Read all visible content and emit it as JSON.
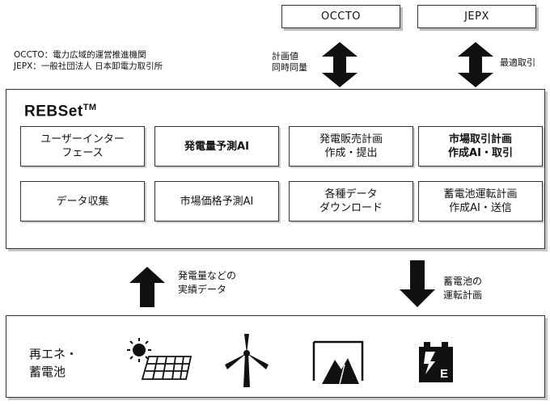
{
  "top_boxes": {
    "occto": "OCCTO",
    "jepx": "JEPX"
  },
  "legend": {
    "occto": "OCCTO：電力広域的運営推進機関",
    "jepx": "JEPX：一般社団法人 日本卸電力取引所"
  },
  "arrow_labels": {
    "occto": [
      "計画値",
      "同時同量"
    ],
    "jepx": "最適取引"
  },
  "panel": {
    "title": "REBSet",
    "title_mark": "TM",
    "modules": [
      {
        "lines": [
          "ユーザーインター",
          "フェース"
        ]
      },
      {
        "lines": [
          "発電量予測AI"
        ],
        "bold": true
      },
      {
        "lines": [
          "発電販売計画",
          "作成・提出"
        ]
      },
      {
        "lines": [
          "市場取引計画",
          "作成AI・取引"
        ],
        "bold": true
      },
      {
        "lines": [
          "データ収集"
        ]
      },
      {
        "lines": [
          "市場価格予測AI"
        ]
      },
      {
        "lines": [
          "各種データ",
          "ダウンロード"
        ]
      },
      {
        "lines": [
          "蓄電池運転計画",
          "作成AI・送信"
        ]
      }
    ]
  },
  "flows": {
    "up": [
      "発電量などの",
      "実績データ"
    ],
    "down": [
      "蓄電池の",
      "運転計画"
    ]
  },
  "bottom": {
    "label": [
      "再エネ・",
      "蓄電池"
    ],
    "icons": [
      "solar-panel-icon",
      "wind-turbine-icon",
      "hydro-dam-icon",
      "battery-icon"
    ],
    "battery_letter": "E"
  }
}
